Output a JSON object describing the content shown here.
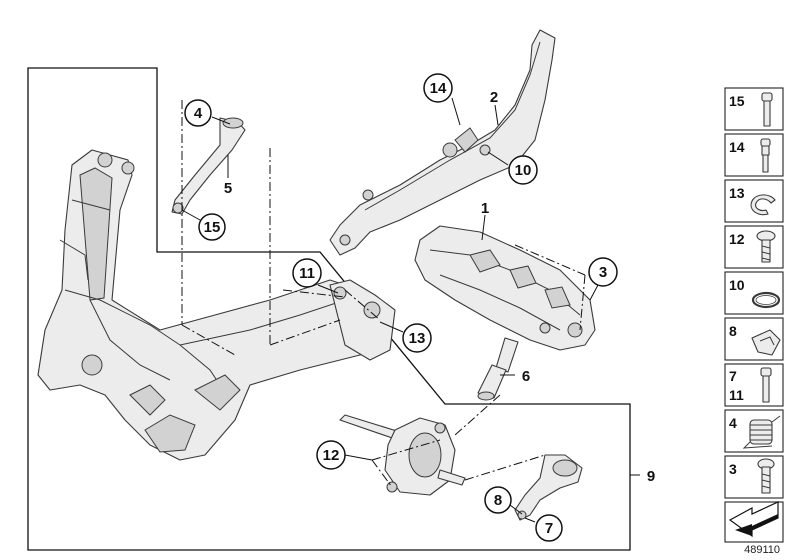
{
  "diagram": {
    "id_number": "489110",
    "callouts": [
      "1",
      "2",
      "3",
      "4",
      "5",
      "6",
      "7",
      "8",
      "9",
      "10",
      "11",
      "12",
      "13",
      "14",
      "15"
    ],
    "legend": [
      {
        "label": "15",
        "icon": "bolt-icon"
      },
      {
        "label": "14",
        "icon": "pin-icon"
      },
      {
        "label": "13",
        "icon": "circlip-icon"
      },
      {
        "label": "12",
        "icon": "screw-icon"
      },
      {
        "label": "10",
        "icon": "snap-ring-icon"
      },
      {
        "label": "8",
        "icon": "clip-icon"
      },
      {
        "label": "7",
        "label2": "11",
        "icon": "dowel-icon"
      },
      {
        "label": "4",
        "icon": "spring-icon"
      },
      {
        "label": "3",
        "icon": "hex-screw-icon"
      },
      {
        "label": "",
        "icon": "arrow-icon"
      }
    ]
  }
}
